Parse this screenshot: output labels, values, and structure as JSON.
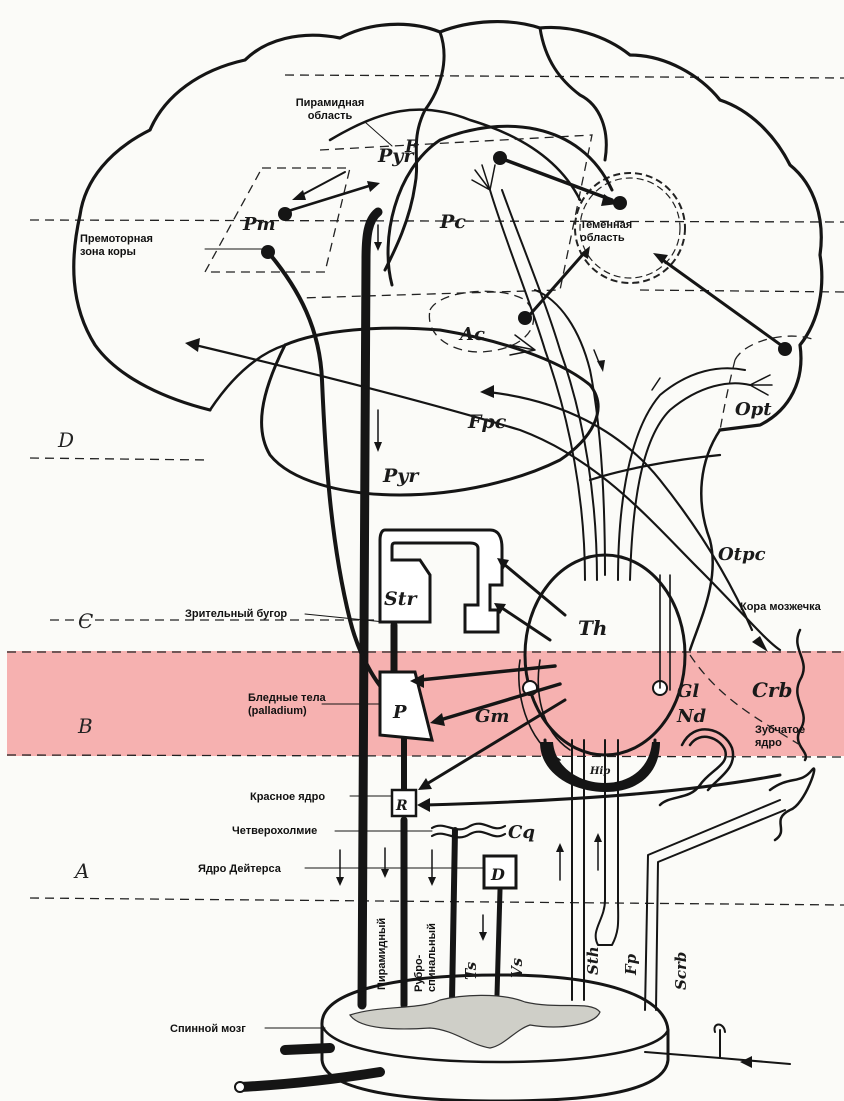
{
  "diagram": {
    "zones": [
      "D",
      "C",
      "B",
      "A"
    ],
    "abbreviations": {
      "pyr_top": "Pyr",
      "f": "F",
      "pm": "Pm",
      "pc": "Pc",
      "ac": "Ac",
      "fpc": "Fpc",
      "opt": "Opt",
      "pyr_mid": "Pyr",
      "otpc": "Otpc",
      "str": "Str",
      "th": "Th",
      "p": "P",
      "gm": "Gm",
      "gl": "Gl",
      "nd": "Nd",
      "crb": "Crb",
      "hip": "Hip",
      "r": "R",
      "cq": "Cq",
      "d": "D",
      "ts": "Ts",
      "vs": "Vs",
      "sth": "Sth",
      "fp": "Fp",
      "scrb": "Scrb"
    },
    "labels": {
      "pyramid_area": "Пирамидная\nобласть",
      "premotor_zone": "Премоторная\nзона коры",
      "parietal_area": "Теменная\nобласть",
      "cerebellar_cortex": "Кора мозжечка",
      "thalamus": "Зрительный бугор",
      "pallidum": "Бледные тела\n(palladium)",
      "dentate_nucleus": "Зубчатое\nядро",
      "red_nucleus": "Красное ядро",
      "quadrigemina": "Четверохолмие",
      "deiters_nucleus": "Ядро Дейтерса",
      "spinal_cord": "Спинной мозг",
      "pyramidal_tract": "Пирамидный",
      "rubrospinal_tract": "Рубро-\nспинальный"
    }
  },
  "colors": {
    "highlight_band": "#f4a3a3",
    "ink": "#151515",
    "paper": "#fbfbf8"
  }
}
